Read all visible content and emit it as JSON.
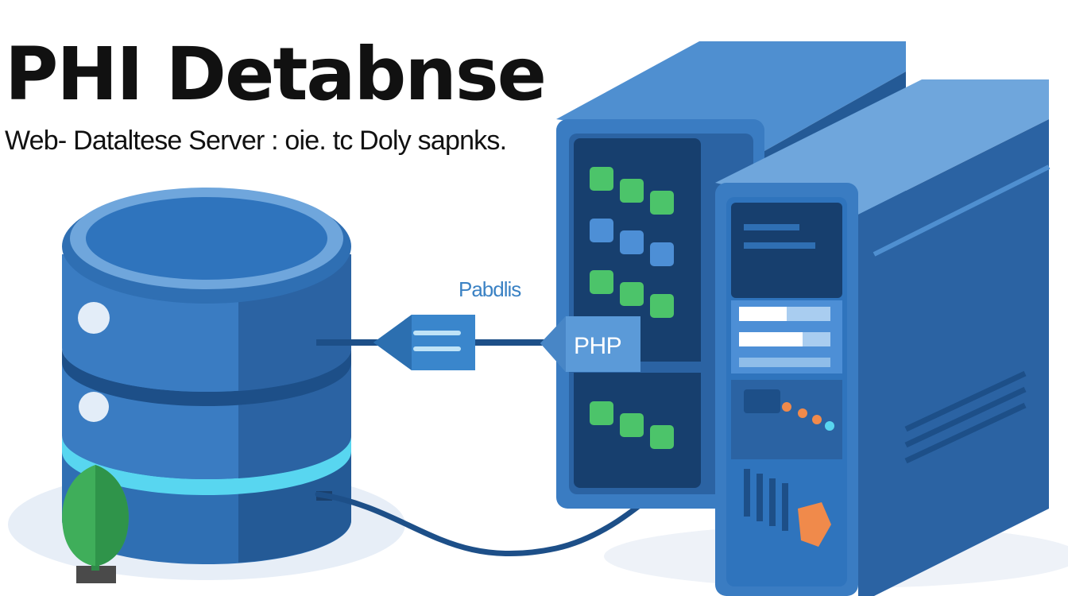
{
  "header": {
    "title": "PHI Detabnse",
    "subtitle": "Web- Dataltese Server : oie. tc Doly sapnks."
  },
  "connector": {
    "label": "Pabdlis",
    "php_tag": "PHP"
  },
  "colors": {
    "primary_blue": "#2f6fb3",
    "light_blue": "#6fa6dc",
    "dark_navy": "#143a66",
    "cyan_glow": "#58d6f0",
    "led_green": "#4cc46a",
    "led_blue": "#4d8fd6",
    "accent_orange": "#f08a4b",
    "tree_green": "#3fae5a"
  },
  "icons": [
    "database-cylinder-icon",
    "server-rack-icon",
    "php-tag-icon",
    "plug-connector-icon",
    "tree-icon",
    "cable-icon"
  ]
}
